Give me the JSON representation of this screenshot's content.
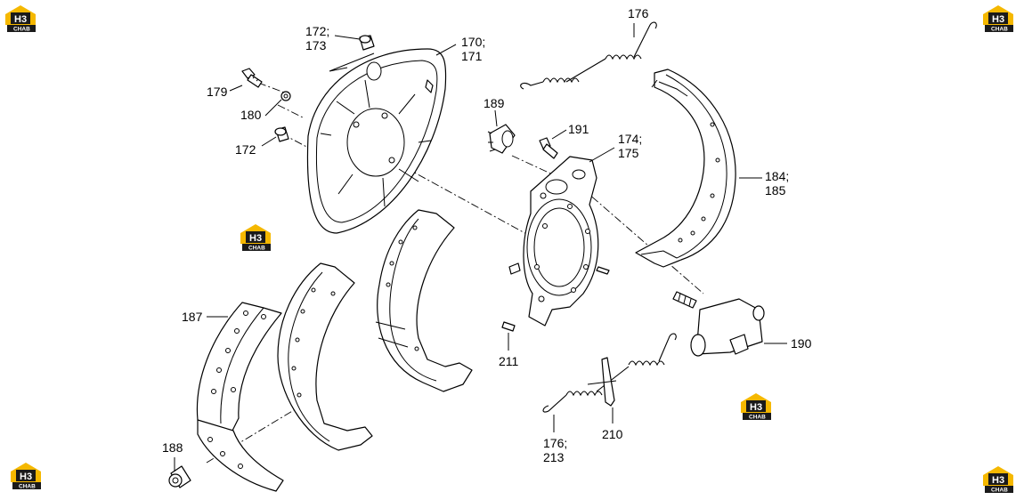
{
  "diagram": {
    "callouts": [
      {
        "lines": [
          "176"
        ]
      },
      {
        "lines": [
          "172;",
          "173"
        ]
      },
      {
        "lines": [
          "170;",
          "171"
        ]
      },
      {
        "lines": [
          "179"
        ]
      },
      {
        "lines": [
          "180"
        ]
      },
      {
        "lines": [
          "172"
        ]
      },
      {
        "lines": [
          "189"
        ]
      },
      {
        "lines": [
          "191"
        ]
      },
      {
        "lines": [
          "174;",
          "175"
        ]
      },
      {
        "lines": [
          "184;",
          "185"
        ]
      },
      {
        "lines": [
          "187"
        ]
      },
      {
        "lines": [
          "211"
        ]
      },
      {
        "lines": [
          "190"
        ]
      },
      {
        "lines": [
          "188"
        ]
      },
      {
        "lines": [
          "176;",
          "213"
        ]
      },
      {
        "lines": [
          "210"
        ]
      }
    ]
  },
  "watermark": {
    "brand_mark": "H3",
    "brand_text": "CHAB",
    "colors": {
      "accent": "#f5b800",
      "dark": "#1a1a1a"
    }
  }
}
